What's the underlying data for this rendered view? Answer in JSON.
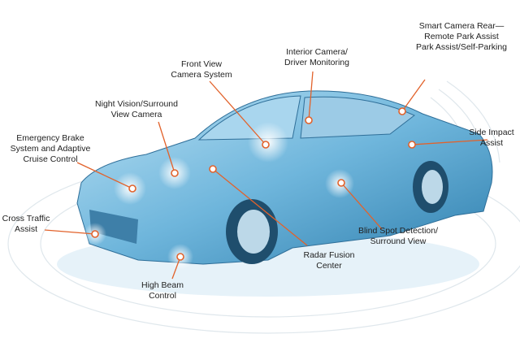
{
  "accent_color": "#e2622b",
  "labels": {
    "front_view": [
      "Front View",
      "Camera System"
    ],
    "interior": [
      "Interior Camera/",
      "Driver Monitoring"
    ],
    "smart_rear": [
      "Smart Camera Rear—",
      "Remote Park Assist",
      "Park Assist/Self-Parking"
    ],
    "night_vision": [
      "Night Vision/Surround",
      "View Camera"
    ],
    "emergency": [
      "Emergency Brake",
      "System and Adaptive",
      "Cruise Control"
    ],
    "side_impact": [
      "Side Impact",
      "Assist"
    ],
    "cross_traffic": [
      "Cross Traffic",
      "Assist"
    ],
    "blind_spot": [
      "Blind Spot Detection/",
      "Surround View"
    ],
    "radar": [
      "Radar Fusion",
      "Center"
    ],
    "high_beam": [
      "High Beam",
      "Control"
    ]
  }
}
